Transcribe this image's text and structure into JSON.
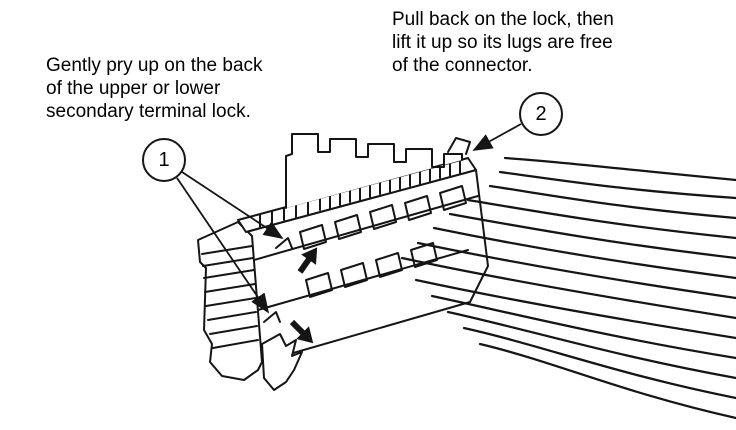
{
  "figure": {
    "background_color": "#ffffff",
    "line_color": "#151515",
    "instructions": {
      "left": "Gently pry up on the back\nof the upper or lower\nsecondary terminal lock.",
      "right": "Pull back on the lock, then\nlift it up so its lugs are free\nof the connector."
    },
    "callouts": {
      "one": "1",
      "two": "2"
    }
  }
}
